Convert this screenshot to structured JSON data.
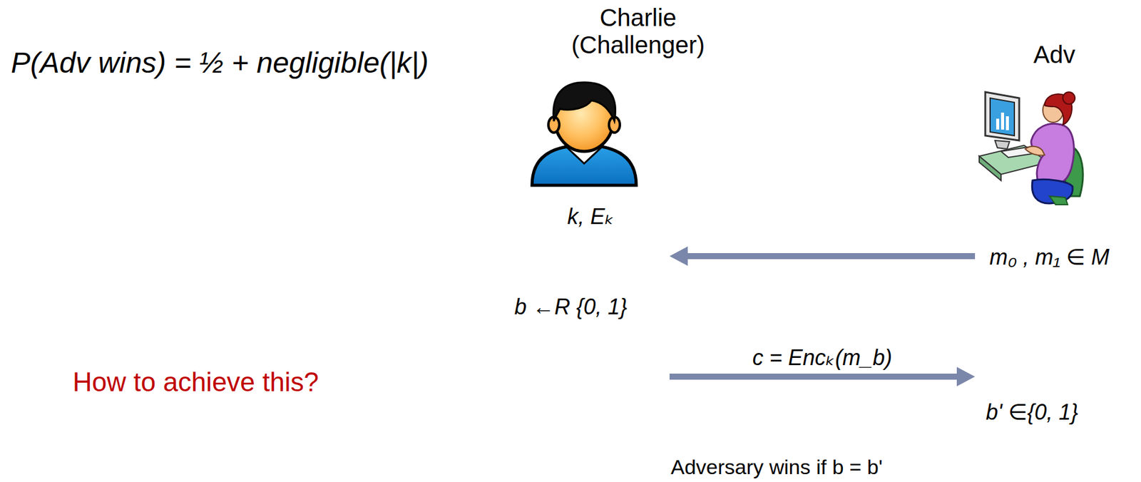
{
  "diagram": {
    "nodes": [
      {
        "text": [
          "Charlie (Challenger)",
          "k, Eₖ"
        ]
      },
      {
        "text": [
          "Adv"
        ]
      }
    ],
    "edges": [
      {
        "from": 1,
        "to": 0,
        "arrow": "to"
      },
      {
        "from": 0,
        "to": 1,
        "label": "c = Encₖ(m_b)",
        "arrow": "to"
      }
    ],
    "labels": [
      "P(Adv wins) = ½ + negligible(|k|)",
      "m₀ , m₁ ∈ M",
      "b ←R {0, 1}",
      "b' ∈{0, 1}",
      "How to achieve this?",
      "Adversary wins if b = b'"
    ]
  }
}
